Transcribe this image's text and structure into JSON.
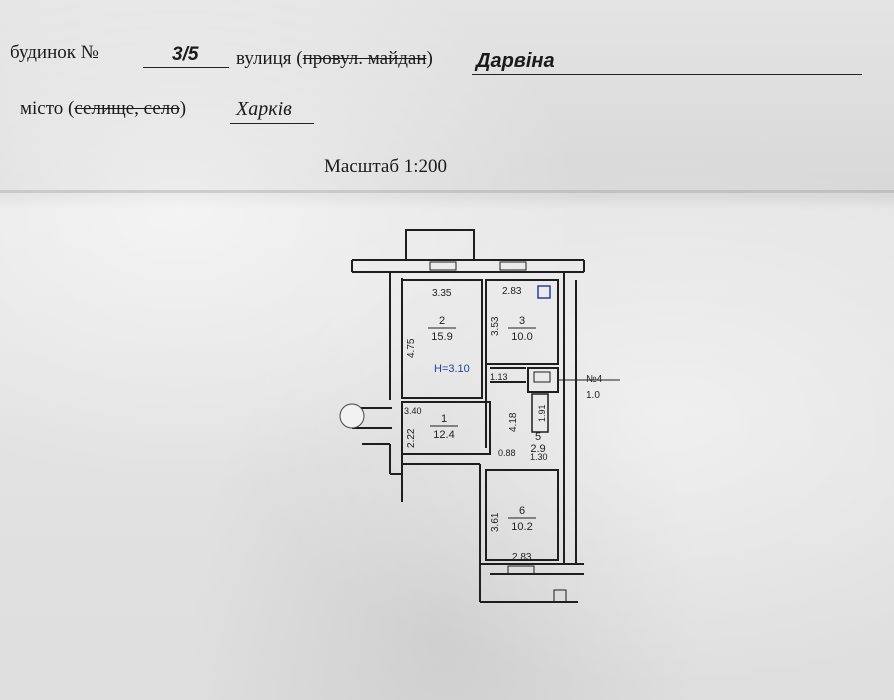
{
  "header": {
    "house_label": "будинок  №",
    "house_number": "3/5",
    "street_label": "вулиця (",
    "street_struck": "провул. майдан",
    "street_close": ")",
    "street_name": "Дарвіна",
    "city_label": "місто (",
    "city_struck": "селище, село",
    "city_close": ")",
    "city_name": "Харків",
    "scale": "Масштаб 1:200"
  },
  "plan": {
    "height_note": "Н=3.10",
    "rooms": [
      {
        "number": "2",
        "area": "15.9"
      },
      {
        "number": "3",
        "area": "10.0"
      },
      {
        "number": "1",
        "area": "12.4"
      },
      {
        "number": "5",
        "area": "2.9"
      },
      {
        "number": "6",
        "area": "10.2"
      }
    ],
    "dims": {
      "d335": "3.35",
      "d283_top": "2.83",
      "d475": "4.75",
      "d353": "3.53",
      "d113": "1.13",
      "d191": "1.91",
      "d340": "3.40",
      "d222": "2.22",
      "d418": "4.18",
      "d088": "0.88",
      "d130": "1.30",
      "d361": "3.61",
      "d283_bottom": "2.83"
    },
    "entry_4_label": "№4",
    "entry_4_area": "1.0",
    "colors": {
      "blue_ink": "#2a3f9a",
      "line": "#1e1e1e"
    }
  }
}
